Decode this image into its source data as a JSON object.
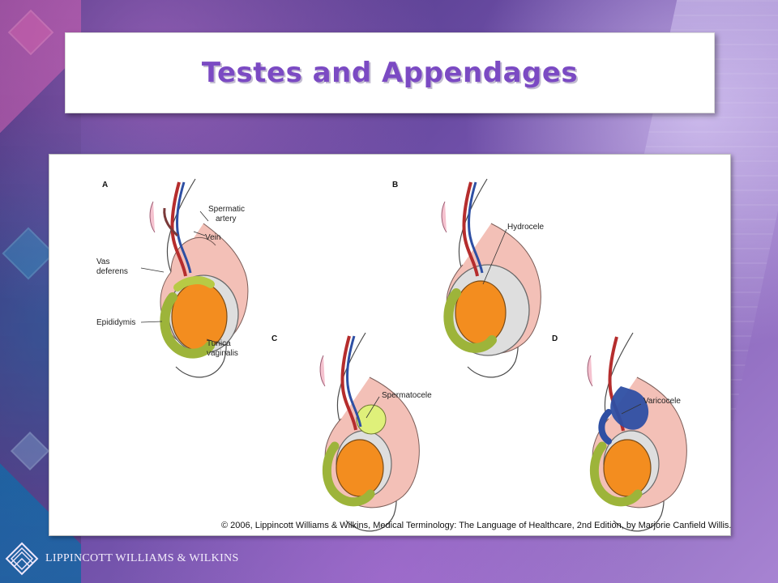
{
  "slide": {
    "title": "Testes and Appendages",
    "copyright": "© 2006, Lippincott Williams & Wilkins, Medical Terminology: The Language of Healthcare, 2nd Edition, by Marjorie Canfield Willis.",
    "brand": "LIPPINCOTT WILLIAMS & WILKINS"
  },
  "figure": {
    "panels": {
      "a": "A",
      "b": "B",
      "c": "C",
      "d": "D"
    },
    "labels": {
      "spermatic_artery_1": "Spermatic",
      "spermatic_artery_2": "artery",
      "vein": "Vein",
      "vas_deferens_1": "Vas",
      "vas_deferens_2": "deferens",
      "epididymis": "Epididymis",
      "tunica_1": "Tunica",
      "tunica_2": "vaginalis",
      "hydrocele": "Hydrocele",
      "spermatocele": "Spermatocele",
      "varicocele": "Varicocele"
    }
  },
  "colors": {
    "title": "#7b4ac3",
    "testis": "#f38d1f",
    "scrotum": "#f3c0b7",
    "artery": "#b52d2d",
    "vein": "#2e4fa3",
    "epididymis": "#c8d846",
    "hydrocele": "#dedede",
    "spermatocele": "#dff07a"
  }
}
